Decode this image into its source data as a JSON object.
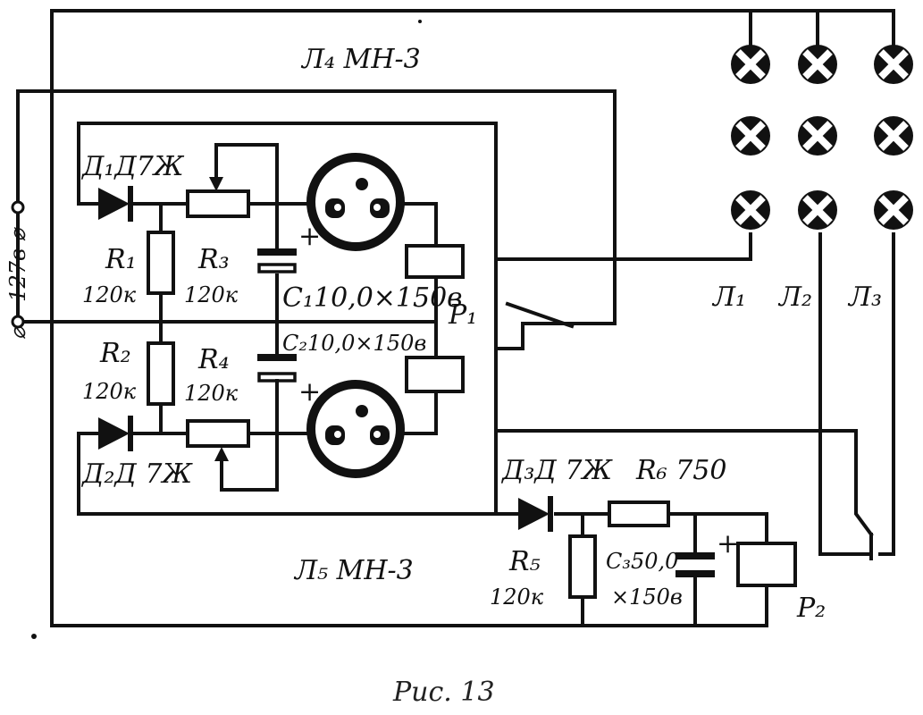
{
  "labels": {
    "lamp4": "Л₄ МН-3",
    "lamp5": "Л₅ МН-3",
    "supply": "⌀ ~127в ⌀",
    "d1": "Д₁Д7Ж",
    "d2": "Д₂Д 7Ж",
    "d3": "Д₃Д 7Ж",
    "r1": "R₁",
    "r1v": "120к",
    "r2": "R₂",
    "r2v": "120к",
    "r3": "R₃",
    "r3v": "120к",
    "r4": "R₄",
    "r4v": "120к",
    "r5": "R₅",
    "r5v": "120к",
    "r6": "R₆ 750",
    "c1": "C₁10,0×150в",
    "c2": "C₂10,0×150в",
    "c3": "C₃50,0",
    "c3v": "×150в",
    "p1": "P₁",
    "p2": "P₂",
    "l1": "Л₁",
    "l2": "Л₂",
    "l3": "Л₃",
    "plus": "+"
  },
  "caption": "Рис. 13"
}
